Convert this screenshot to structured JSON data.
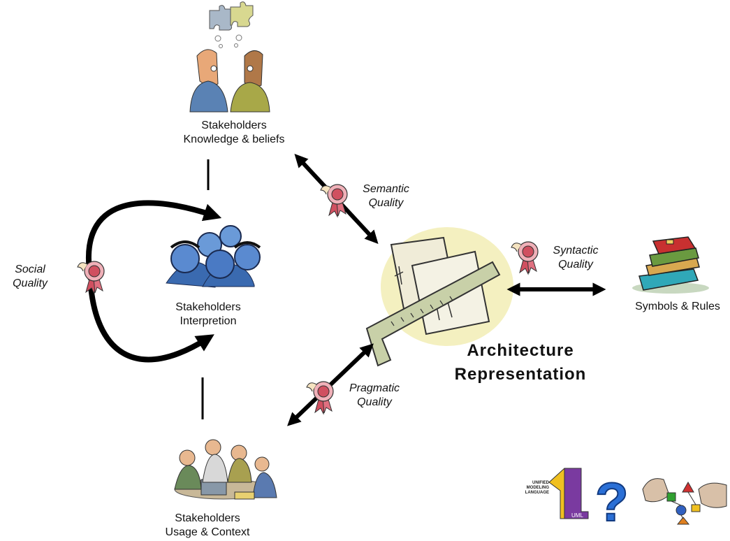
{
  "nodes": {
    "knowledge": {
      "line1": "Stakeholders",
      "line2": "Knowledge & beliefs"
    },
    "interpretation": {
      "line1": "Stakeholders",
      "line2": "Interpretion"
    },
    "usage": {
      "line1": "Stakeholders",
      "line2": "Usage & Context"
    },
    "symbols": {
      "label": "Symbols & Rules"
    },
    "architecture": {
      "line1": "Architecture",
      "line2": "Representation"
    }
  },
  "qualities": {
    "social": {
      "line1": "Social",
      "line2": "Quality"
    },
    "semantic": {
      "line1": "Semantic",
      "line2": "Quality"
    },
    "syntactic": {
      "line1": "Syntactic",
      "line2": "Quality"
    },
    "pragmatic": {
      "line1": "Pragmatic",
      "line2": "Quality"
    }
  },
  "logos": {
    "uml_text": [
      "UNIFIED",
      "MODELING",
      "LANGUAGE"
    ],
    "uml_mark": "UML",
    "question_mark": "?"
  },
  "colors": {
    "arrow": "#000000",
    "ribbon": "#e8a0a8",
    "ribbon_center": "#d05060",
    "question": "#2a6fd6",
    "uml_yellow": "#f0c020",
    "uml_purple": "#7a3aa0"
  }
}
